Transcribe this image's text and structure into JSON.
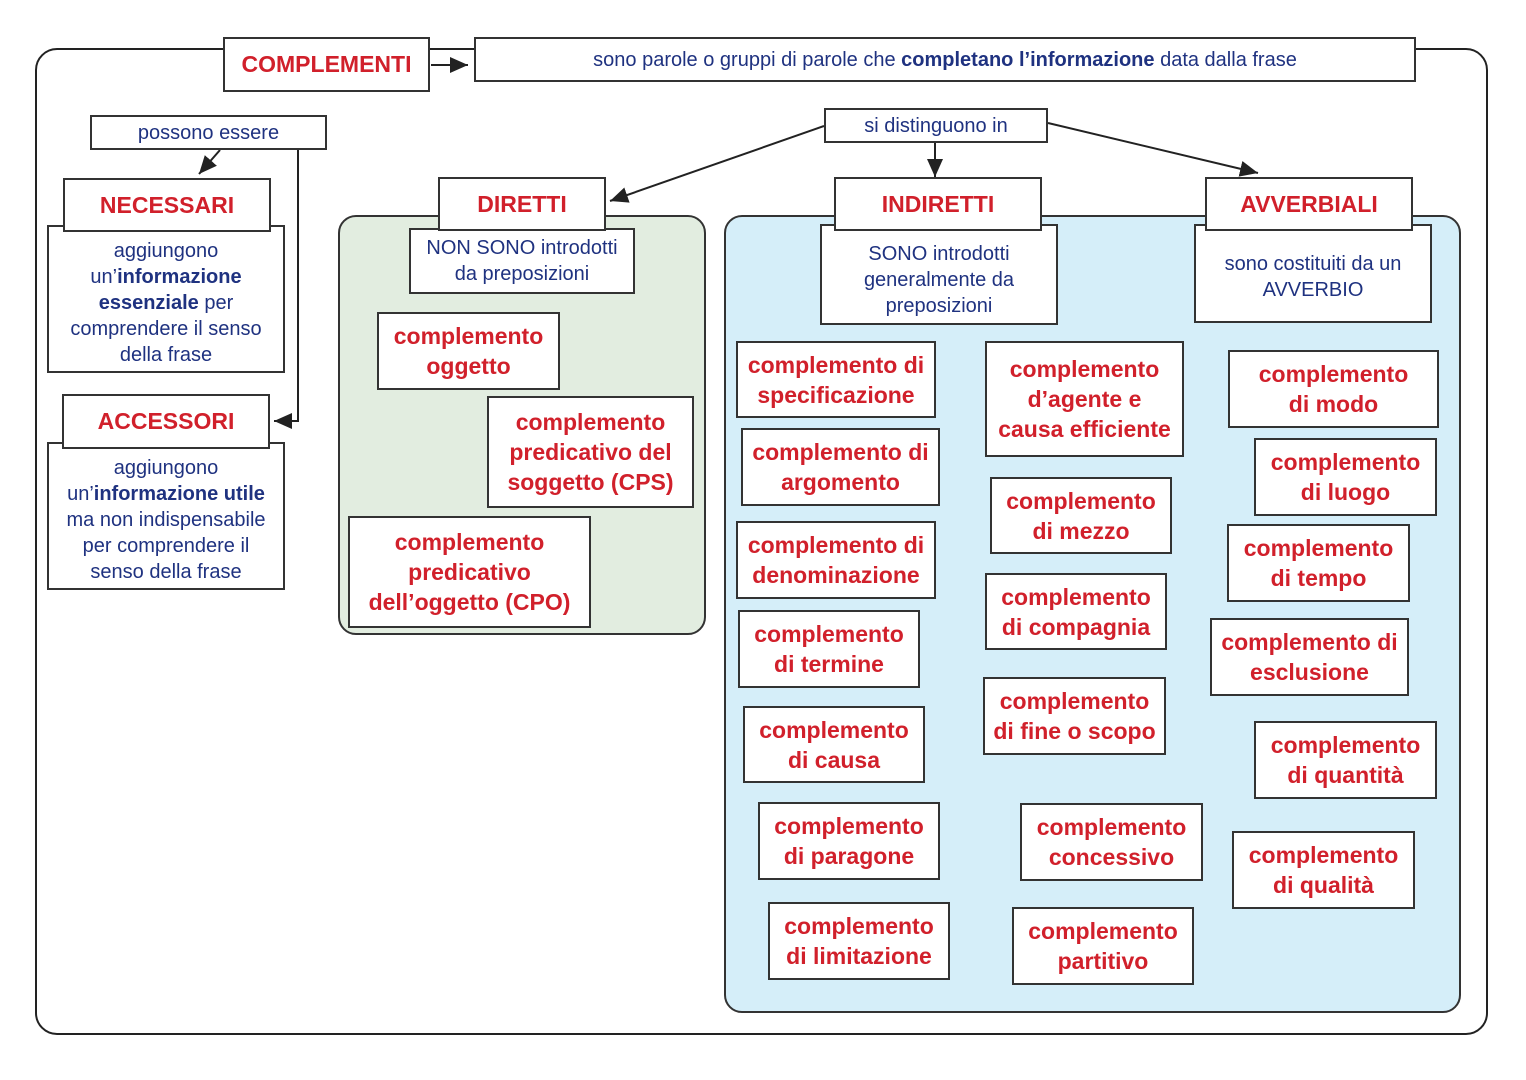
{
  "colors": {
    "red": "#d1202b",
    "blue": "#1f3280",
    "green_bg": "#e2ede0",
    "blue_bg": "#d5eef9"
  },
  "title": "COMPLEMENTI",
  "definition": {
    "pre": "sono parole o gruppi di parole che ",
    "bold": "completano l’informazione",
    "post": " data dalla frase"
  },
  "possono_essere": "possono essere",
  "si_distinguono": "si distinguono in",
  "necessari": {
    "label": "NECESSARI",
    "l1": "aggiungono",
    "l2a": "un’",
    "l2b": "informazione",
    "l3a": "essenziale",
    "l3b": " per",
    "l4": "comprendere il senso",
    "l5": "della frase"
  },
  "accessori": {
    "label": "ACCESSORI",
    "l1": "aggiungono",
    "l2a": "un’",
    "l2b": "informazione utile",
    "l3": "ma non indispensabile",
    "l4": "per comprendere il",
    "l5": "senso della frase"
  },
  "diretti": {
    "label": "DIRETTI",
    "desc1": "NON SONO introdotti",
    "desc2": "da preposizioni",
    "items": [
      [
        "complemento",
        "oggetto"
      ],
      [
        "complemento",
        "predicativo del",
        "soggetto (CPS)"
      ],
      [
        "complemento",
        "predicativo",
        "dell’oggetto (CPO)"
      ]
    ]
  },
  "indiretti": {
    "label": "INDIRETTI",
    "desc1": "SONO introdotti",
    "desc2": "generalmente da",
    "desc3": "preposizioni",
    "items": [
      [
        "complemento di",
        "specificazione"
      ],
      [
        "complemento di",
        "argomento"
      ],
      [
        "complemento di",
        "denominazione"
      ],
      [
        "complemento",
        "di termine"
      ],
      [
        "complemento",
        "di causa"
      ],
      [
        "complemento",
        "di paragone"
      ],
      [
        "complemento",
        "di limitazione"
      ],
      [
        "complemento",
        "d’agente e",
        "causa efficiente"
      ],
      [
        "complemento",
        "di mezzo"
      ],
      [
        "complemento",
        "di compagnia"
      ],
      [
        "complemento",
        "di fine o scopo"
      ],
      [
        "complemento",
        "concessivo"
      ],
      [
        "complemento",
        "partitivo"
      ]
    ]
  },
  "avverbiali": {
    "label": "AVVERBIALI",
    "desc1": "sono costituiti da un",
    "desc2": "AVVERBIO",
    "items": [
      [
        "complemento",
        "di modo"
      ],
      [
        "complemento",
        "di luogo"
      ],
      [
        "complemento",
        "di tempo"
      ],
      [
        "complemento di",
        "esclusione"
      ],
      [
        "complemento",
        "di quantità"
      ],
      [
        "complemento",
        "di qualità"
      ]
    ]
  }
}
